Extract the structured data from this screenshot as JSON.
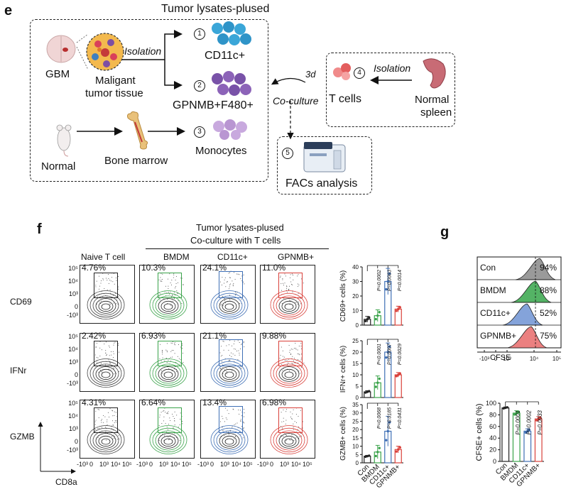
{
  "panel_e": {
    "letter": "e",
    "title": "Tumor lysates-plused",
    "gbm": "GBM",
    "tissue_line1": "Maligant",
    "tissue_line2": "tumor tissue",
    "isolation": "Isolation",
    "cd11c": "CD11c+",
    "gpnmb": "GPNMB+F480+",
    "normal": "Normal",
    "bone_marrow": "Bone marrow",
    "monocytes": "Monocytes",
    "coculture_days": "3d",
    "coculture": "Co-culture",
    "tcells": "T cells",
    "normal_spleen_line1": "Normal",
    "normal_spleen_line2": "spleen",
    "facs": "FACs analysis",
    "steps": [
      "1",
      "2",
      "3",
      "4",
      "5"
    ]
  },
  "panel_f": {
    "letter": "f",
    "header_line1": "Tumor lysates-plused",
    "header_line2": "Co-culture with T cells",
    "columns": [
      "Naive T cell",
      "BMDM",
      "CD11c+",
      "GPNMB+"
    ],
    "rows": [
      {
        "marker": "CD69",
        "percents": [
          "4.76%",
          "10.3%",
          "24.1%",
          "11.0%"
        ]
      },
      {
        "marker": "IFNr",
        "percents": [
          "2.42%",
          "6.93%",
          "21.1%",
          "9.88%"
        ]
      },
      {
        "marker": "GZMB",
        "percents": [
          "4.31%",
          "6.64%",
          "13.4%",
          "6.98%"
        ]
      }
    ],
    "y_ticks": [
      "10⁵",
      "10⁴",
      "10³",
      "0",
      "-10³"
    ],
    "x_ticks": [
      "-10³",
      "0",
      "10³",
      "10⁴",
      "10⁵"
    ],
    "x_axis": "CD8a",
    "gate_colors": [
      "#222222",
      "#3aa34a",
      "#3f6fb5",
      "#d9403a"
    ]
  },
  "panel_g": {
    "letter": "g",
    "histogram": {
      "labels": [
        "Con",
        "BMDM",
        "CD11c+",
        "GPNMB+"
      ],
      "percents": [
        "94%",
        "88%",
        "52%",
        "75%"
      ],
      "colors": [
        "#888888",
        "#36a64a",
        "#6f93d3",
        "#e86a6a"
      ],
      "xlabel": "CFSE",
      "x_ticks": [
        "-10³",
        "0",
        "10³",
        "10⁴",
        "10⁵"
      ]
    }
  },
  "chart_data": [
    {
      "type": "bar",
      "title": "",
      "ylabel": "CD69+ cells (%)",
      "categories": [
        "Con",
        "BMDM",
        "CD11c+",
        "GPNMB+"
      ],
      "values": [
        4,
        6.5,
        30,
        11
      ],
      "errors": [
        2,
        4,
        9,
        2
      ],
      "colors": [
        "#222222",
        "#3aa34a",
        "#3f6fb5",
        "#d9403a"
      ],
      "ylim": [
        0,
        40
      ],
      "yticks": [
        0,
        10,
        20,
        30,
        40
      ],
      "pvalues": [
        "P=0.0002",
        "P=0.0003",
        "P=0.0014"
      ]
    },
    {
      "type": "bar",
      "title": "",
      "ylabel": "IFNr+ cells (%)",
      "categories": [
        "Con",
        "BMDM",
        "CD11c+",
        "GPNMB+"
      ],
      "values": [
        2.5,
        6.5,
        20,
        10
      ],
      "errors": [
        0.5,
        3,
        4,
        1
      ],
      "colors": [
        "#222222",
        "#3aa34a",
        "#3f6fb5",
        "#d9403a"
      ],
      "ylim": [
        0,
        25
      ],
      "yticks": [
        0,
        5,
        10,
        15,
        20,
        25
      ],
      "pvalues": [
        "P<0.0001",
        "P=0.0007",
        "P=0.0029"
      ]
    },
    {
      "type": "bar",
      "title": "",
      "ylabel": "GZMB+ cells (%)",
      "categories": [
        "Con",
        "BMDM",
        "CD11c+",
        "GPNMB+"
      ],
      "values": [
        4,
        6.5,
        19,
        8
      ],
      "errors": [
        0.5,
        4,
        9,
        2
      ],
      "colors": [
        "#222222",
        "#3aa34a",
        "#3f6fb5",
        "#d9403a"
      ],
      "ylim": [
        0,
        35
      ],
      "yticks": [
        0,
        5,
        10,
        15,
        20,
        25,
        30,
        35
      ],
      "pvalues": [
        "P=0.0068",
        "P=0.0185",
        "P=0.0431"
      ]
    },
    {
      "type": "bar",
      "title": "",
      "ylabel": "CFSE+ cells (%)",
      "categories": [
        "Con",
        "BMDM",
        "CD11c+",
        "GPNMB+"
      ],
      "values": [
        92,
        83,
        52,
        73
      ],
      "errors": [
        1.5,
        4,
        4,
        4
      ],
      "colors": [
        "#222222",
        "#3aa34a",
        "#3f6fb5",
        "#d9403a"
      ],
      "ylim": [
        0,
        100
      ],
      "yticks": [
        0,
        20,
        40,
        60,
        80,
        100
      ],
      "pvalues": [
        "P=0.0001",
        "P=0.0002",
        "P=0.0033"
      ]
    }
  ]
}
